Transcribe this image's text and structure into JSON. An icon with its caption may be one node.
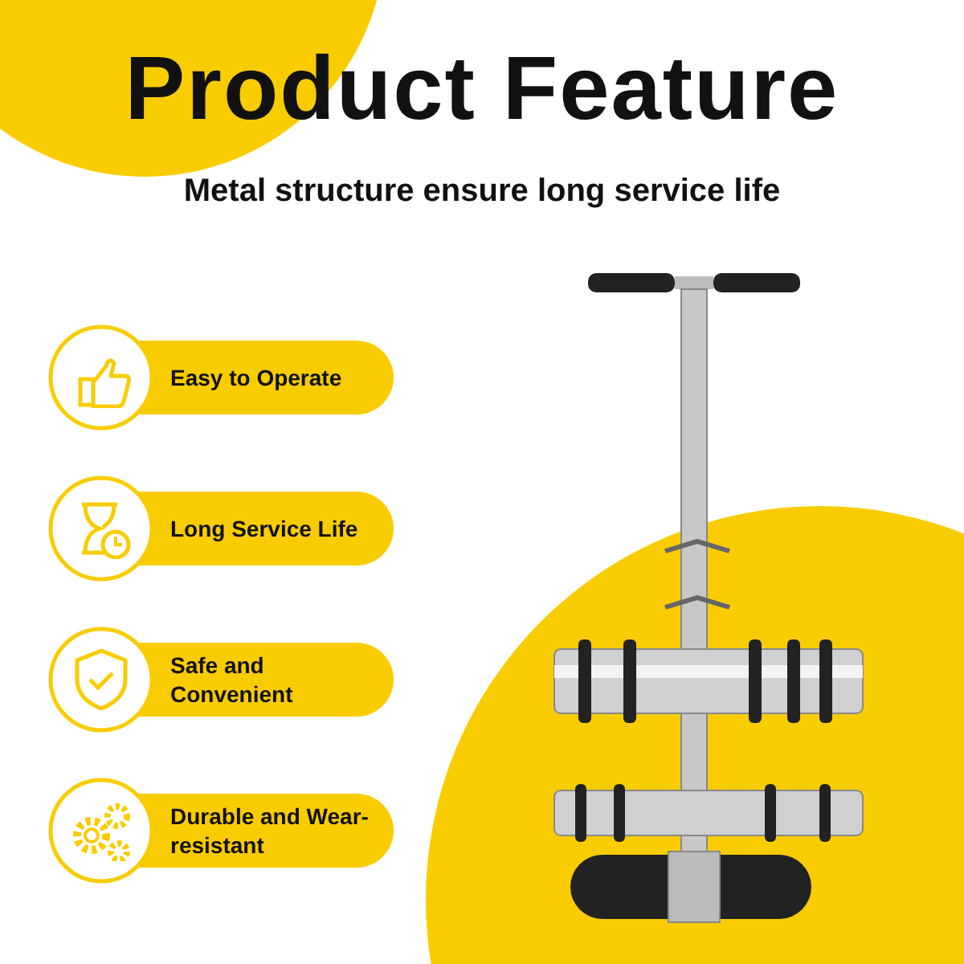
{
  "diagram": {
    "title": "Product Feature",
    "nodes": [
      {
        "text": [
          "Easy to Operate"
        ]
      },
      {
        "text": [
          "Long Service Life"
        ]
      },
      {
        "text": [
          "Safe and Convenient"
        ]
      },
      {
        "text": [
          "Durable and Wear-resistant"
        ]
      }
    ],
    "labels": [
      "Metal structure ensure long service life"
    ]
  }
}
